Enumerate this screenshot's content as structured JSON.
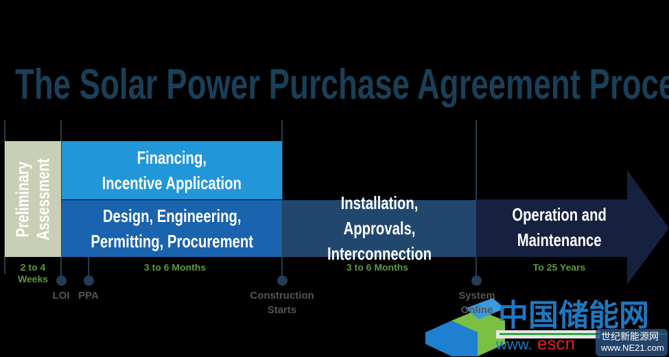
{
  "title": "The Solar Power Purchase Agreement Process",
  "phases": {
    "preliminary": "Preliminary\nAssessment",
    "financing": "Financing,\nIncentive Application",
    "design": "Design, Engineering,\nPermitting, Procurement",
    "installation": "Installation, Approvals,\nInterconnection",
    "operation": "Operation and\nMaintenance"
  },
  "durations": {
    "preliminary": "2 to 4\nWeeks",
    "development": "3 to 6 Months",
    "installation": "3 to 6 Months",
    "operation": "To 25 Years"
  },
  "milestones": {
    "loi": "LOI",
    "ppa": "PPA",
    "construction": "Construction\nStarts",
    "online": "System\nOnline"
  },
  "watermark": {
    "cn_name": "中国储能网",
    "cn_sub": "世纪新能源网",
    "url1": "www.escn.com.cn",
    "url2": "www.NE21.com"
  },
  "colors": {
    "preliminary": "#c9cfb4",
    "financing": "#2197d9",
    "design": "#1a63ae",
    "installation": "#22476f",
    "operation": "#16213f",
    "title": "#1b3f58",
    "duration": "#5c9a3c"
  }
}
